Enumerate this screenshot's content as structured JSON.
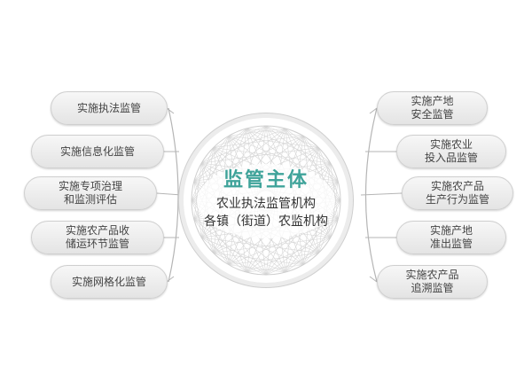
{
  "center": {
    "title": "监管主体",
    "line1": "农业执法监管机构",
    "line2": "各镇（街道）农监机构"
  },
  "left_items": [
    [
      "实施执法监管"
    ],
    [
      "实施信息化监管"
    ],
    [
      "实施专项治理",
      "和监测评估"
    ],
    [
      "实施农产品收",
      "储运环节监管"
    ],
    [
      "实施网格化监管"
    ]
  ],
  "right_items": [
    [
      "实施产地",
      "安全监管"
    ],
    [
      "实施农业",
      "投入品监管"
    ],
    [
      "实施农产品",
      "生产行为监管"
    ],
    [
      "实施产地",
      "准出监管"
    ],
    [
      "实施农产品",
      "追溯监管"
    ]
  ],
  "colors": {
    "accent": "#3fa39a",
    "pill": "#e8e8e8",
    "connector": "#b5b5b5"
  }
}
